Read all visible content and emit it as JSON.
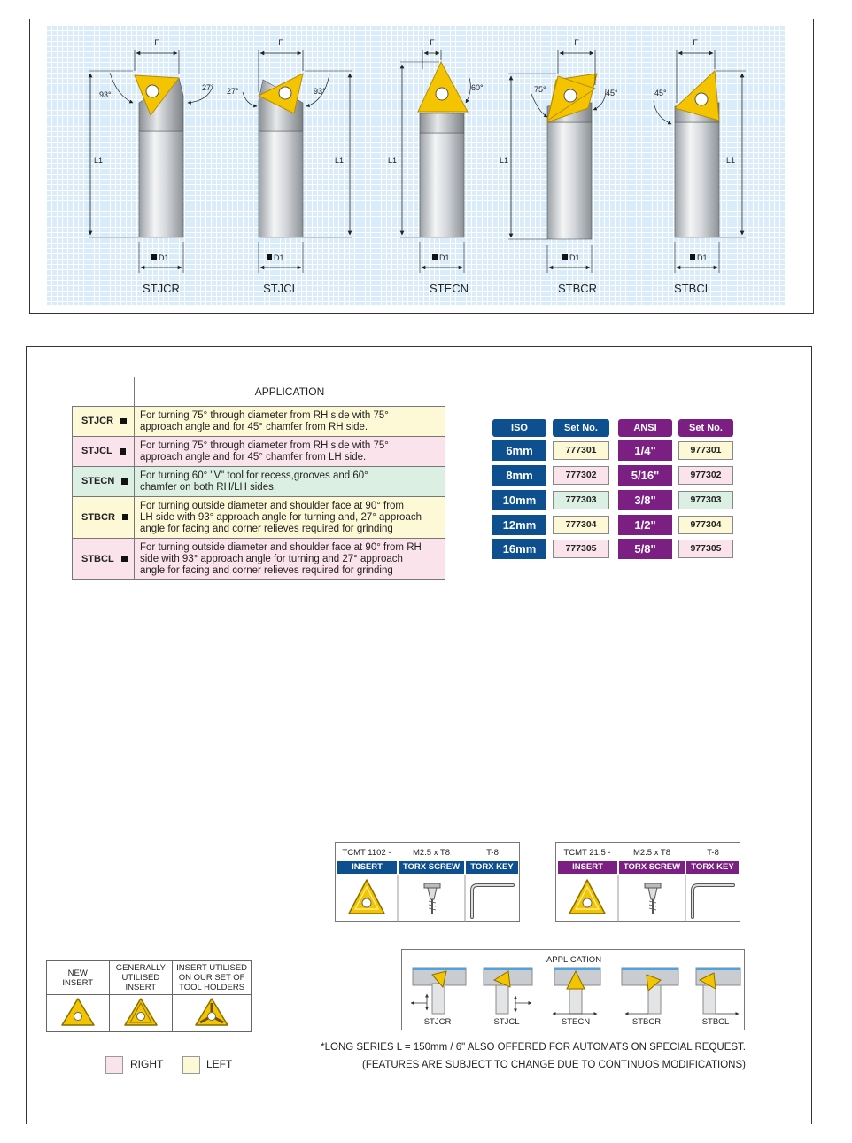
{
  "diagram": {
    "dimension_labels": {
      "f": "F",
      "l1": "L1",
      "d1": "D1"
    },
    "tools": [
      {
        "name": "STJCR",
        "angles": [
          "93°",
          "27°"
        ]
      },
      {
        "name": "STJCL",
        "angles": [
          "27°",
          "93°"
        ]
      },
      {
        "name": "STECN",
        "angles": [
          "60°"
        ]
      },
      {
        "name": "STBCR",
        "angles": [
          "75°",
          "45°"
        ]
      },
      {
        "name": "STBCL",
        "angles": [
          "45°"
        ]
      }
    ]
  },
  "application_table": {
    "header": "APPLICATION",
    "rows": [
      {
        "code": "STJCR",
        "desc_1": "For turning 75° through diameter from RH side with 75°",
        "desc_2": "approach angle and for 45° chamfer from RH side.",
        "desc_3": ""
      },
      {
        "code": "STJCL",
        "desc_1": "For turning 75° through diameter from RH side with 75°",
        "desc_2": "approach angle and for 45° chamfer from LH side.",
        "desc_3": ""
      },
      {
        "code": "STECN",
        "desc_1": "For turning 60° \"V\" tool for recess,grooves and 60°",
        "desc_2": "chamfer on both RH/LH sides.",
        "desc_3": ""
      },
      {
        "code": "STBCR",
        "desc_1": "For turning outside diameter and shoulder face at 90° from",
        "desc_2": "LH side with 93° approach angle for turning and, 27° approach",
        "desc_3": "angle for facing and corner relieves required for grinding"
      },
      {
        "code": "STBCL",
        "desc_1": "For turning outside diameter and shoulder face at 90° from RH",
        "desc_2": "side with 93° approach angle for turning and 27° approach",
        "desc_3": "angle for facing and corner relieves required for grinding"
      }
    ]
  },
  "set_table": {
    "headers": {
      "iso": "ISO",
      "iso_set": "Set No.",
      "ansi": "ANSI",
      "ansi_set": "Set No."
    },
    "rows": [
      {
        "iso": "6mm",
        "iso_set": "777301",
        "ansi": "1/4\"",
        "ansi_set": "977301"
      },
      {
        "iso": "8mm",
        "iso_set": "777302",
        "ansi": "5/16\"",
        "ansi_set": "977302"
      },
      {
        "iso": "10mm",
        "iso_set": "777303",
        "ansi": "3/8\"",
        "ansi_set": "977303"
      },
      {
        "iso": "12mm",
        "iso_set": "777304",
        "ansi": "1/2\"",
        "ansi_set": "977304"
      },
      {
        "iso": "16mm",
        "iso_set": "777305",
        "ansi": "5/8\"",
        "ansi_set": "977305"
      }
    ],
    "colors": {
      "iso": "#0d4f8f",
      "ansi": "#7b1f82"
    }
  },
  "insert_boxes": [
    {
      "insert_code": "TCMT 1102 -",
      "screw_code": "M2.5 x T8",
      "key_code": "T-8",
      "insert_label": "INSERT",
      "screw_label": "TORX SCREW",
      "key_label": "TORX KEY"
    },
    {
      "insert_code": "TCMT 21.5 -",
      "screw_code": "M2.5 x T8",
      "key_code": "T-8",
      "insert_label": "INSERT",
      "screw_label": "TORX SCREW",
      "key_label": "TORX KEY"
    }
  ],
  "application_diagram": {
    "title": "APPLICATION",
    "labels": [
      "STJCR",
      "STJCL",
      "STECN",
      "STBCR",
      "STBCL"
    ]
  },
  "insert_legend": {
    "col1_l1": "NEW",
    "col1_l2": "INSERT",
    "col2_l1": "GENERALLY",
    "col2_l2": "UTILISED",
    "col2_l3": "INSERT",
    "col3_l1": "INSERT UTILISED",
    "col3_l2": "ON OUR SET OF",
    "col3_l3": "TOOL HOLDERS"
  },
  "color_legend": {
    "right": "RIGHT",
    "left": "LEFT"
  },
  "notes": {
    "long_series": "*LONG SERIES L = 150mm / 6\" ALSO OFFERED FOR AUTOMATS ON SPECIAL REQUEST.",
    "features": "(FEATURES ARE SUBJECT TO CHANGE DUE TO CONTINUOS MODIFICATIONS)"
  }
}
